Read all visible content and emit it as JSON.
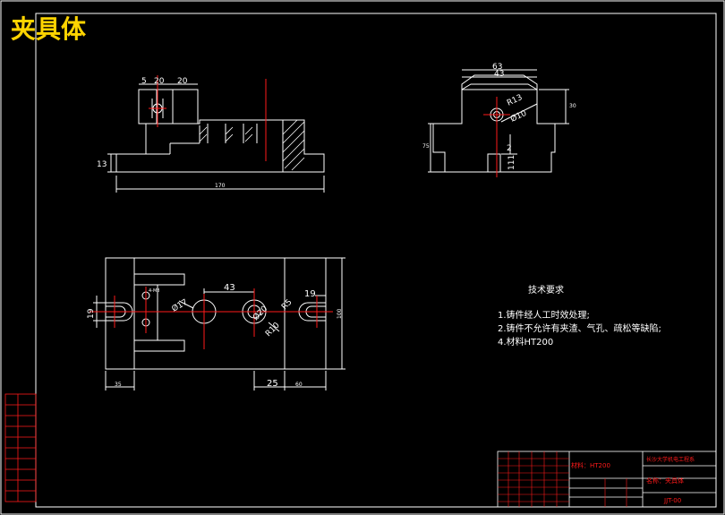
{
  "title": "夹具体",
  "colors": {
    "background": "#000000",
    "line": "#ffffff",
    "centerline": "#ff1a1a",
    "title": "#ffd400",
    "hatch": "#ffffff"
  },
  "front_view": {
    "dim_top": [
      "5",
      "20",
      "20"
    ],
    "dim_left": "13",
    "dim_bottom": "170"
  },
  "side_view": {
    "dim_top_outer": "63",
    "dim_top_inner": "43",
    "dim_hole_r": "R13",
    "dim_hole_d": "Ø10",
    "dim_right": "30",
    "dim_left": "75",
    "dim_slot": "2",
    "dim_base": "111"
  },
  "top_view": {
    "dim_center": "43",
    "dim_left_hole": "Ø17",
    "dim_mid_hole": "Ø20",
    "dim_r_right": "R10",
    "dim_r_left": "R5",
    "dim_slot_left": "19",
    "dim_slot_right": "19",
    "dim_height_right": "100",
    "dim_bottom_left": "35",
    "dim_bottom_mid": "25",
    "dim_bottom_right": "60",
    "dim_tiny": "4-M8"
  },
  "tech": {
    "heading": "技术要求",
    "lines": [
      "1.铸件经人工时效处理;",
      "2.铸件不允许有夹渣、气孔、疏松等缺陷;",
      "4.材料HT200"
    ]
  },
  "title_block": {
    "material": "材料：HT200",
    "school": "长沙大学机电工程系",
    "name": "名称：夹具体",
    "drawing_no": "JJT-00"
  }
}
